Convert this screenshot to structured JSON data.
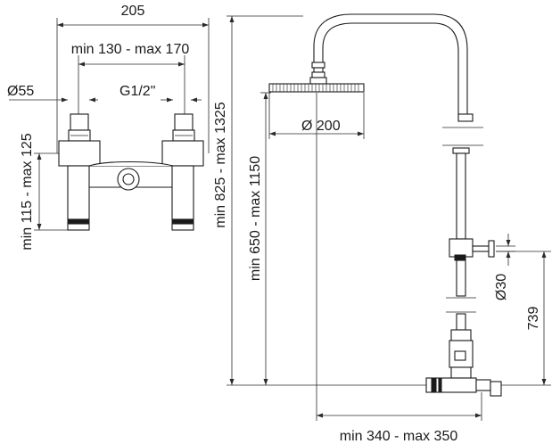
{
  "labels": {
    "width_205": "205",
    "spacing": "min 130 - max 170",
    "diameter_55": "Ø55",
    "thread": "G1/2\"",
    "height_mixer": "min 115 - max 125",
    "height_total": "min 825 - max 1325",
    "height_head": "min 650 - max 1150",
    "head_diameter": "Ø 200",
    "bar_diameter": "Ø30",
    "height_739": "739",
    "reach": "min 340 - max 350"
  }
}
